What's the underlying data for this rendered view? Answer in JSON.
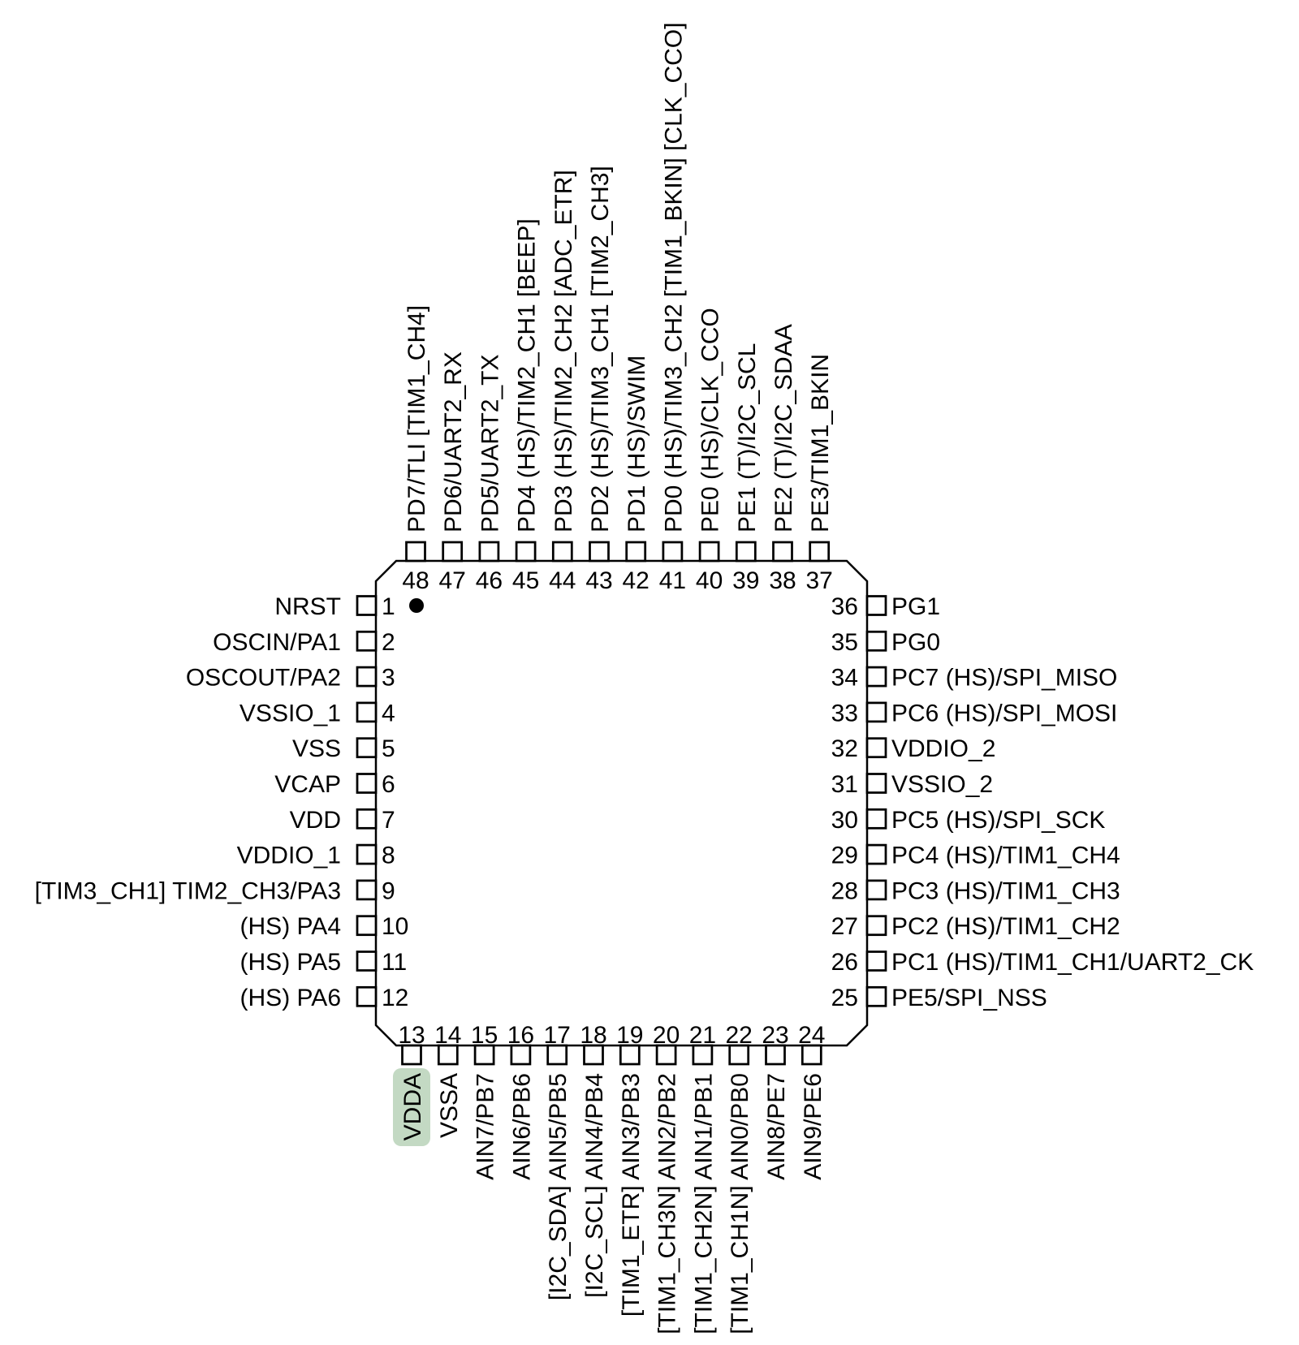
{
  "diagram": {
    "type": "mcu-pinout",
    "pin_count": 48
  },
  "colors": {
    "background": "#ffffff",
    "line": "#000000",
    "text": "#000000",
    "highlight_green": "#c3d9c3"
  },
  "pins": {
    "top": [
      {
        "number": "48",
        "label": "PD7/TLI [TIM1_CH4]"
      },
      {
        "number": "47",
        "label": "PD6/UART2_RX"
      },
      {
        "number": "46",
        "label": "PD5/UART2_TX"
      },
      {
        "number": "45",
        "label": "PD4 (HS)/TIM2_CH1 [BEEP]"
      },
      {
        "number": "44",
        "label": "PD3 (HS)/TIM2_CH2 [ADC_ETR]"
      },
      {
        "number": "43",
        "label": "PD2 (HS)/TIM3_CH1 [TIM2_CH3]"
      },
      {
        "number": "42",
        "label": "PD1 (HS)/SWIM"
      },
      {
        "number": "41",
        "label": "PD0 (HS)/TIM3_CH2 [TIM1_BKIN] [CLK_CCO]"
      },
      {
        "number": "40",
        "label": "PE0 (HS)/CLK_CCO"
      },
      {
        "number": "39",
        "label": "PE1 (T)/I2C_SCL"
      },
      {
        "number": "38",
        "label": "PE2 (T)/I2C_SDAA"
      },
      {
        "number": "37",
        "label": "PE3/TIM1_BKIN"
      }
    ],
    "left": [
      {
        "number": "1",
        "label": "NRST"
      },
      {
        "number": "2",
        "label": "OSCIN/PA1"
      },
      {
        "number": "3",
        "label": "OSCOUT/PA2"
      },
      {
        "number": "4",
        "label": "VSSIO_1"
      },
      {
        "number": "5",
        "label": "VSS"
      },
      {
        "number": "6",
        "label": "VCAP"
      },
      {
        "number": "7",
        "label": "VDD"
      },
      {
        "number": "8",
        "label": "VDDIO_1"
      },
      {
        "number": "9",
        "label": "[TIM3_CH1] TIM2_CH3/PA3"
      },
      {
        "number": "10",
        "label": "(HS) PA4"
      },
      {
        "number": "11",
        "label": "(HS) PA5"
      },
      {
        "number": "12",
        "label": "(HS) PA6"
      }
    ],
    "right": [
      {
        "number": "36",
        "label": "PG1"
      },
      {
        "number": "35",
        "label": "PG0"
      },
      {
        "number": "34",
        "label": "PC7 (HS)/SPI_MISO"
      },
      {
        "number": "33",
        "label": "PC6 (HS)/SPI_MOSI"
      },
      {
        "number": "32",
        "label": "VDDIO_2"
      },
      {
        "number": "31",
        "label": "VSSIO_2"
      },
      {
        "number": "30",
        "label": "PC5 (HS)/SPI_SCK"
      },
      {
        "number": "29",
        "label": "PC4 (HS)/TIM1_CH4"
      },
      {
        "number": "28",
        "label": "PC3 (HS)/TIM1_CH3"
      },
      {
        "number": "27",
        "label": "PC2 (HS)/TIM1_CH2"
      },
      {
        "number": "26",
        "label": "PC1 (HS)/TIM1_CH1/UART2_CK"
      },
      {
        "number": "25",
        "label": "PE5/SPI_NSS"
      }
    ],
    "bottom": [
      {
        "number": "13",
        "label": "VDDA",
        "highlight": true
      },
      {
        "number": "14",
        "label": "VSSA"
      },
      {
        "number": "15",
        "label": "AIN7/PB7"
      },
      {
        "number": "16",
        "label": "AIN6/PB6"
      },
      {
        "number": "17",
        "label": "[I2C_SDA] AIN5/PB5"
      },
      {
        "number": "18",
        "label": "[I2C_SCL] AIN4/PB4"
      },
      {
        "number": "19",
        "label": "[TIM1_ETR] AIN3/PB3"
      },
      {
        "number": "20",
        "label": "[TIM1_CH3N] AIN2/PB2"
      },
      {
        "number": "21",
        "label": "[TIM1_CH2N] AIN1/PB1"
      },
      {
        "number": "22",
        "label": "[TIM1_CH1N] AIN0/PB0"
      },
      {
        "number": "23",
        "label": "AIN8/PE7"
      },
      {
        "number": "24",
        "label": "AIN9/PE6"
      }
    ]
  }
}
